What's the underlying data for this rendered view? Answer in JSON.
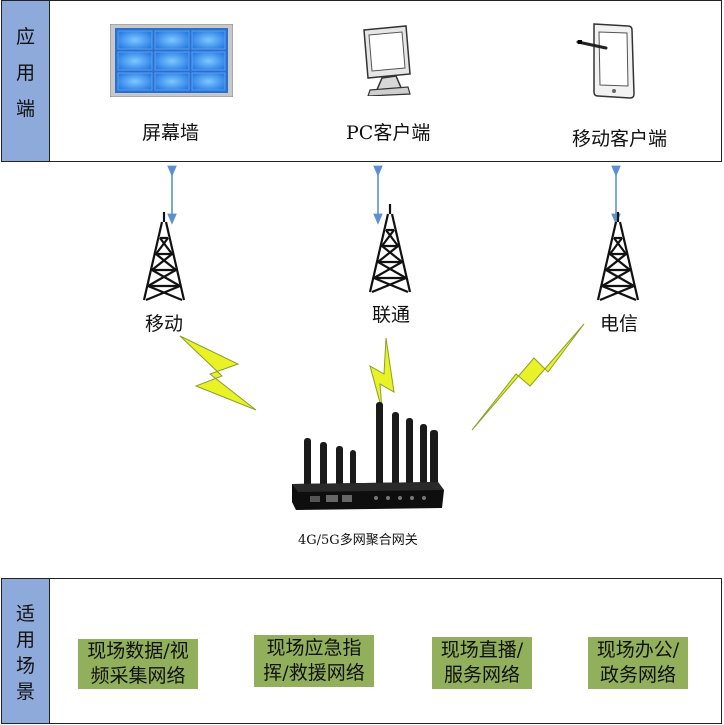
{
  "app_side": {
    "chars": [
      "应",
      "用",
      "端"
    ]
  },
  "clients": [
    {
      "label": "屏幕墙",
      "icon": "video-wall-icon"
    },
    {
      "label": "PC客户端",
      "icon": "pc-monitor-icon"
    },
    {
      "label": "移动客户端",
      "icon": "tablet-icon"
    }
  ],
  "carriers": [
    {
      "label": "移动",
      "icon": "cell-tower-icon"
    },
    {
      "label": "联通",
      "icon": "cell-tower-icon"
    },
    {
      "label": "电信",
      "icon": "cell-tower-icon"
    }
  ],
  "gateway": {
    "label": "4G/5G多网聚合网关",
    "icon": "gateway-router-icon"
  },
  "scene_side": {
    "chars": [
      "适",
      "用",
      "场",
      "景"
    ]
  },
  "scenarios": [
    {
      "line1": "现场数据/视",
      "line2": "频采集网络"
    },
    {
      "line1": "现场应急指",
      "line2": "挥/救援网络"
    },
    {
      "line1": "现场直播/",
      "line2": "服务网络"
    },
    {
      "line1": "现场办公/",
      "line2": "政务网络"
    }
  ],
  "colors": {
    "side_panel": "#8eaadb",
    "scenario_box": "#92b05c",
    "arrow": "#5b8fd6",
    "lightning_fill": "#e8f227",
    "lightning_stroke": "#8aa02a",
    "screen_blue": "#1e90ff"
  }
}
